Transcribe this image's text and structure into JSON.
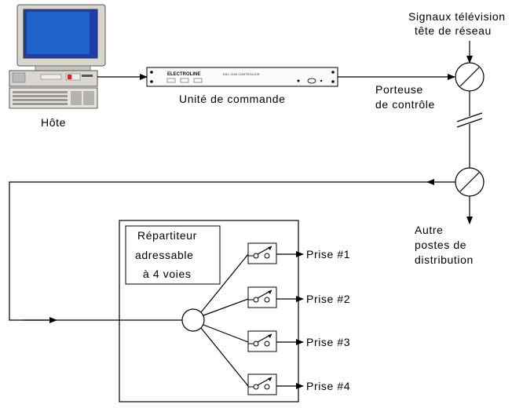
{
  "labels": {
    "host": "Hôte",
    "control_unit": "Unité de commande",
    "tv_signals_line1": "Signaux télévision",
    "tv_signals_line2": "tête de réseau",
    "control_carrier_line1": "Porteuse",
    "control_carrier_line2": "de contrôle",
    "other_stations_line1": "Autre",
    "other_stations_line2": "postes de",
    "other_stations_line3": "distribution",
    "splitter_line1": "Répartiteur",
    "splitter_line2": "adressable",
    "splitter_line3": "à 4 voies",
    "outlet_1": "Prise #1",
    "outlet_2": "Prise #2",
    "outlet_3": "Prise #3",
    "outlet_4": "Prise #4"
  },
  "device": {
    "brand": "ELECTROLINE",
    "model_text": "EAC 2100 CONTROLLER"
  }
}
